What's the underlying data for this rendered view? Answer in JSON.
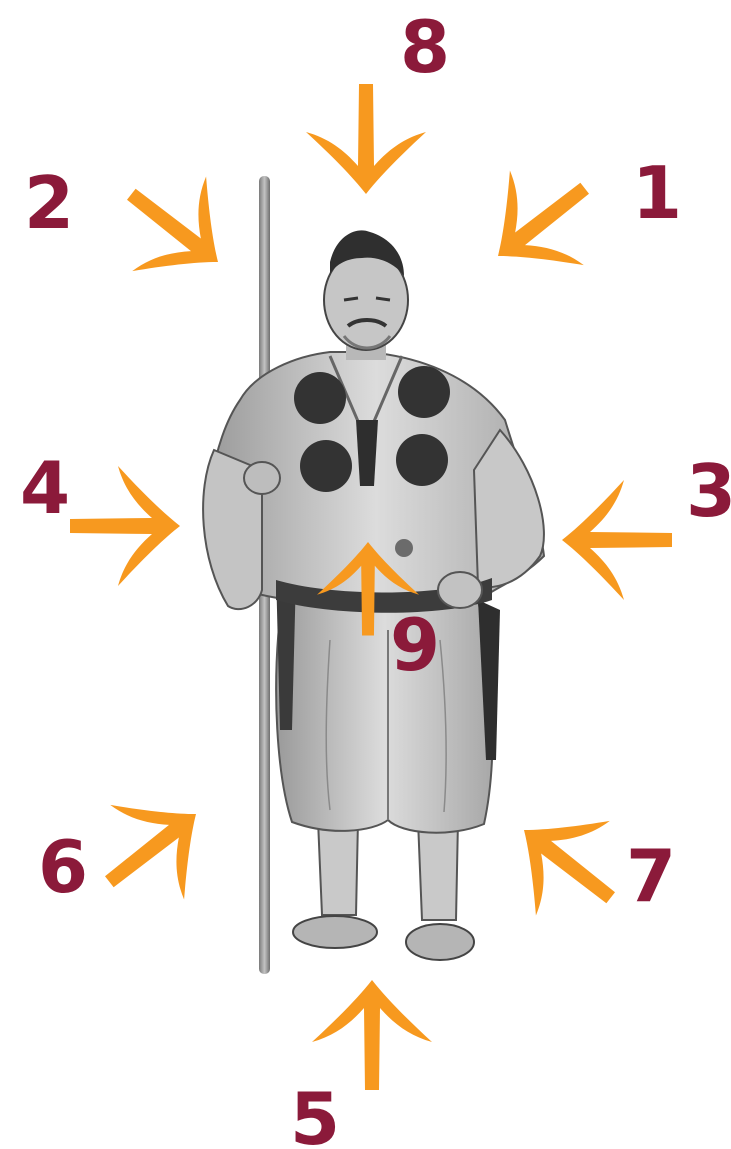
{
  "colors": {
    "arrow": "#F7991F",
    "number": "#8B1A3A",
    "figure_dark": "#3a3a3a",
    "figure_mid": "#8a8a8a",
    "figure_light": "#d6d6d6"
  },
  "figure": {
    "icon": "monk-warrior-figure",
    "staff_icon": "staff-icon"
  },
  "directions": [
    {
      "id": "1",
      "label": "1"
    },
    {
      "id": "2",
      "label": "2"
    },
    {
      "id": "3",
      "label": "3"
    },
    {
      "id": "4",
      "label": "4"
    },
    {
      "id": "5",
      "label": "5"
    },
    {
      "id": "6",
      "label": "6"
    },
    {
      "id": "7",
      "label": "7"
    },
    {
      "id": "8",
      "label": "8"
    },
    {
      "id": "9",
      "label": "9"
    }
  ]
}
